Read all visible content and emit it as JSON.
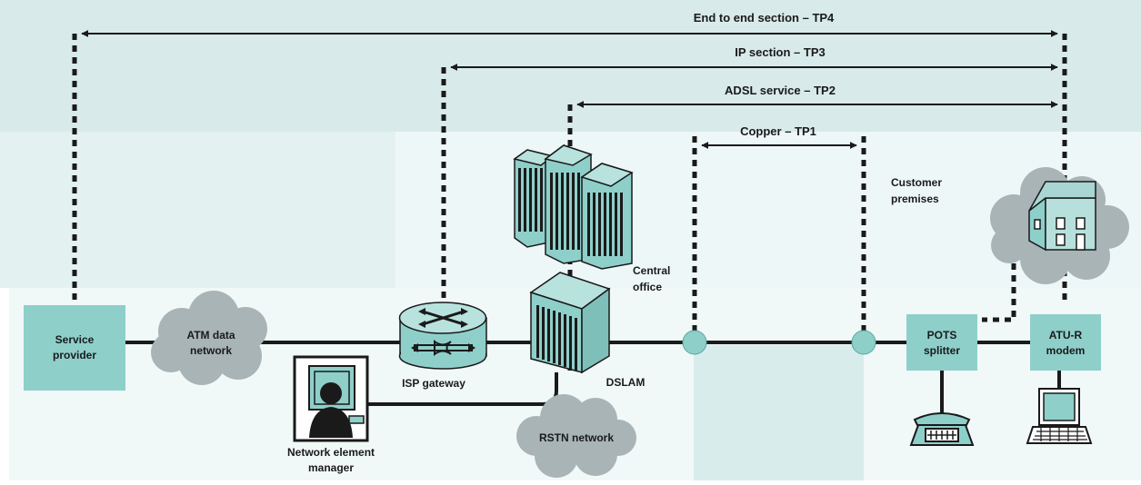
{
  "labels": {
    "tp4": "End to end section – TP4",
    "tp3": "IP section – TP3",
    "tp2": "ADSL service – TP2",
    "tp1": "Copper – TP1",
    "service_provider": [
      "Service",
      "provider"
    ],
    "atm": [
      "ATM data",
      "network"
    ],
    "isp_gateway": "ISP gateway",
    "dslam": "DSLAM",
    "central_office": [
      "Central",
      "office"
    ],
    "rstn": "RSTN network",
    "nem": [
      "Network element",
      "manager"
    ],
    "customer_premises": [
      "Customer",
      "premises"
    ],
    "pots": [
      "POTS",
      "splitter"
    ],
    "atu": [
      "ATU-R",
      "modem"
    ]
  },
  "colors": {
    "band_top": "#d8eaea",
    "band_mid": "#e9f4f4",
    "band_low": "#eef7f7",
    "copper_strip": "#dbeced",
    "box_fill": "#8ecfca",
    "cloud_fill": "#a8b4b6",
    "line": "#1a1a1a",
    "node_fill": "#8ecfca"
  },
  "icons": {
    "building": "office-building-icon",
    "router": "router-icon",
    "dslam": "dslam-rack-icon",
    "terminal": "operator-terminal-icon",
    "house": "house-icon",
    "phone": "telephone-icon",
    "computer": "computer-icon"
  }
}
